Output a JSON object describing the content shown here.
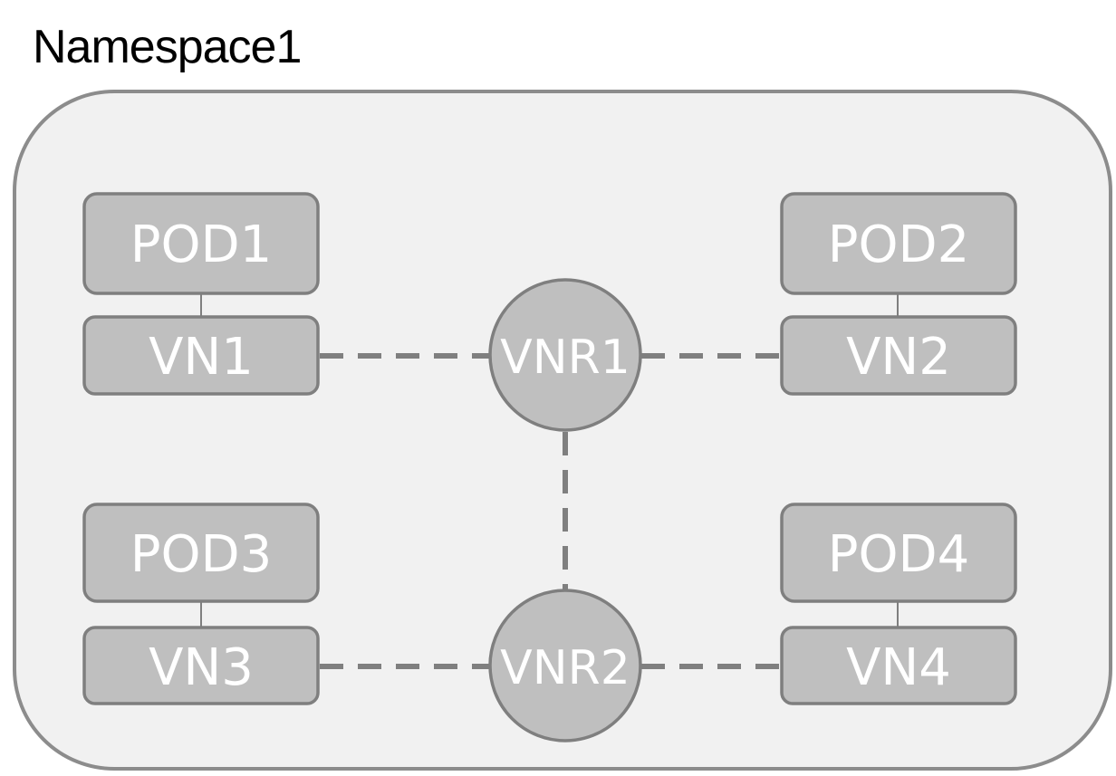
{
  "namespace": {
    "title": "Namespace1"
  },
  "pods": {
    "pod1": "POD1",
    "pod2": "POD2",
    "pod3": "POD3",
    "pod4": "POD4"
  },
  "vns": {
    "vn1": "VN1",
    "vn2": "VN2",
    "vn3": "VN3",
    "vn4": "VN4"
  },
  "routers": {
    "vnr1": "VNR1",
    "vnr2": "VNR2"
  },
  "colors": {
    "container_fill": "#f1f1f1",
    "container_stroke": "#8c8c8c",
    "node_fill": "#bfbfbf",
    "node_stroke": "#7f7f7f",
    "link": "#7f7f7f",
    "text": "#ffffff"
  }
}
